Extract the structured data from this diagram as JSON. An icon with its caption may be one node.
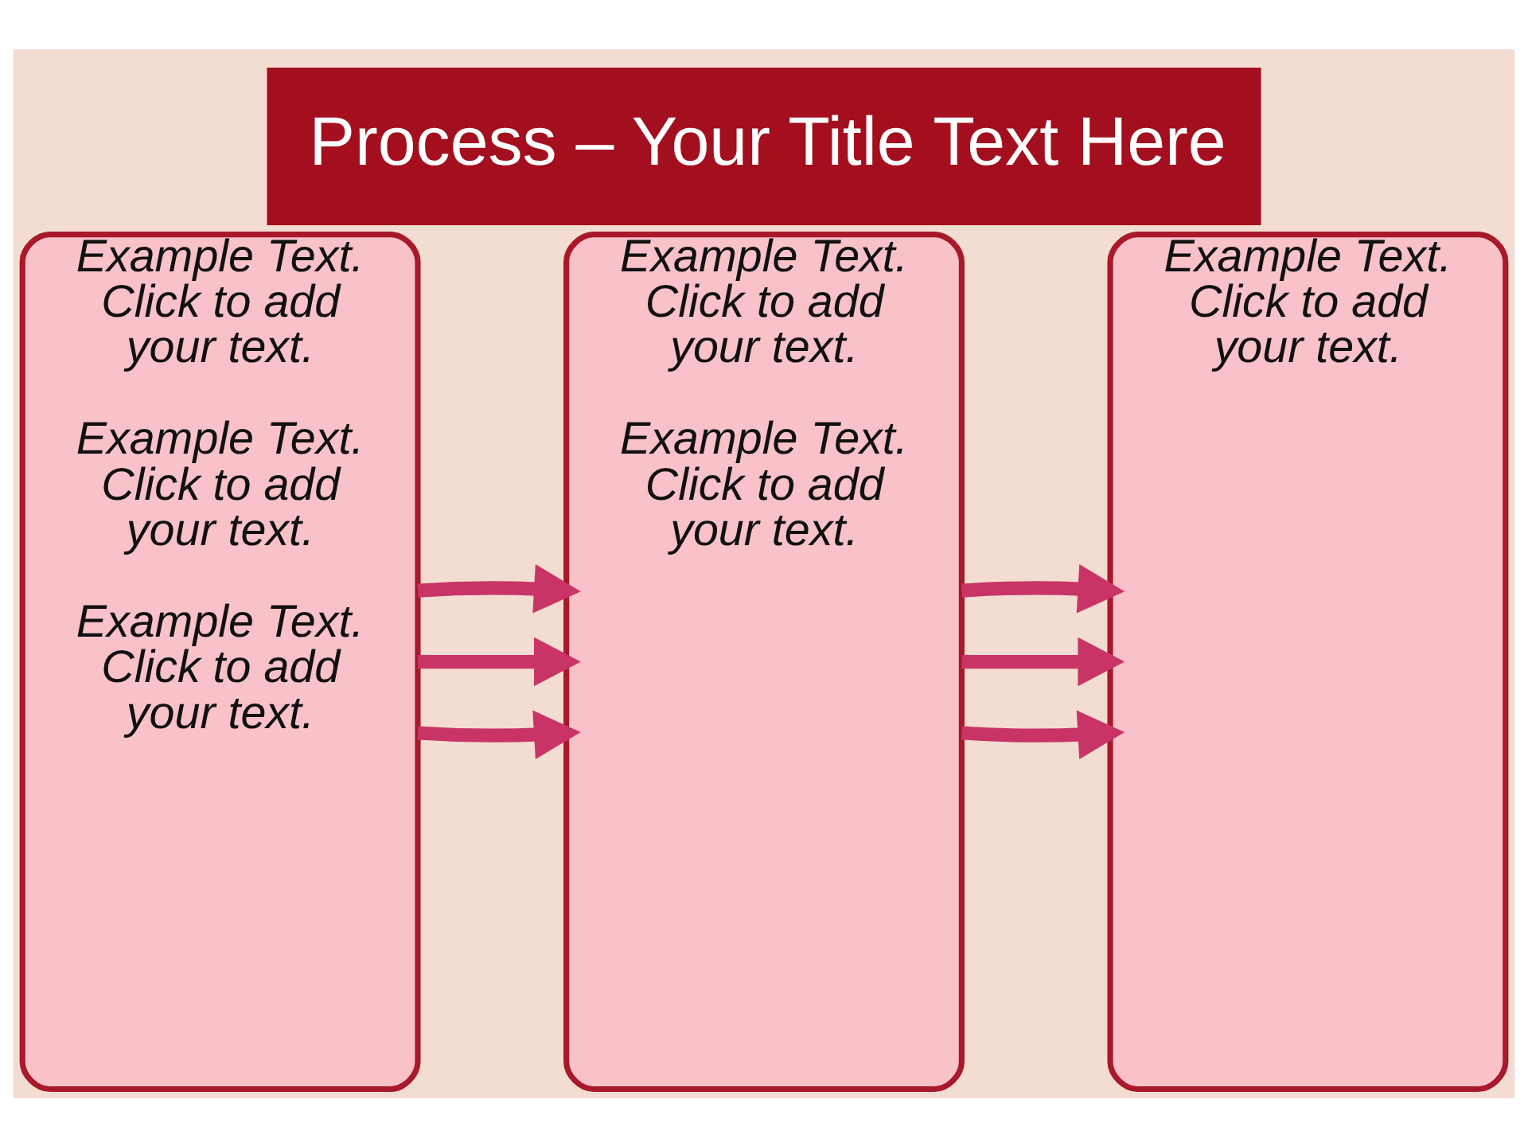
{
  "diagram": {
    "title": "Process – Your Title Text Here",
    "nodes": [
      {
        "text": [
          "Example Text. Click to add your text.",
          "Example Text. Click to add your text.",
          "Example Text. Click to add your text."
        ]
      },
      {
        "text": [
          "Example Text. Click to add your text.",
          "Example Text. Click to add your text."
        ]
      },
      {
        "text": [
          "Example Text. Click to add your text."
        ]
      }
    ],
    "edges": [
      {
        "from": 0,
        "to": 1,
        "arrow": "to"
      },
      {
        "from": 0,
        "to": 1,
        "arrow": "to"
      },
      {
        "from": 0,
        "to": 1,
        "arrow": "to"
      },
      {
        "from": 1,
        "to": 2,
        "arrow": "to"
      },
      {
        "from": 1,
        "to": 2,
        "arrow": "to"
      },
      {
        "from": 1,
        "to": 2,
        "arrow": "to"
      }
    ]
  }
}
